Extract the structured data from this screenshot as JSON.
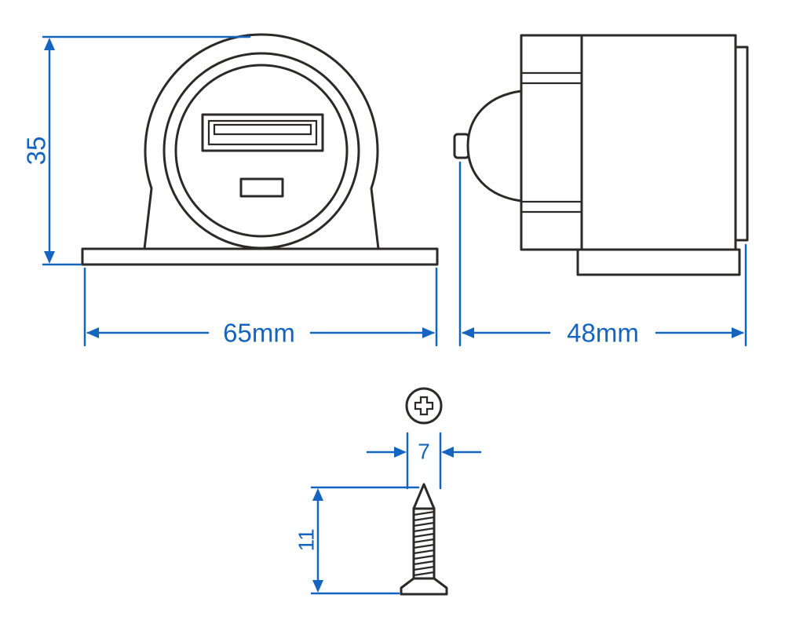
{
  "colors": {
    "line": "#2b2a29",
    "dimension": "#1565c0",
    "background": "#ffffff"
  },
  "dimensions": {
    "height": {
      "label": "35"
    },
    "width": {
      "label": "65mm"
    },
    "depth": {
      "label": "48mm"
    },
    "screw_width": {
      "label": "7"
    },
    "screw_length": {
      "label": "11"
    }
  }
}
